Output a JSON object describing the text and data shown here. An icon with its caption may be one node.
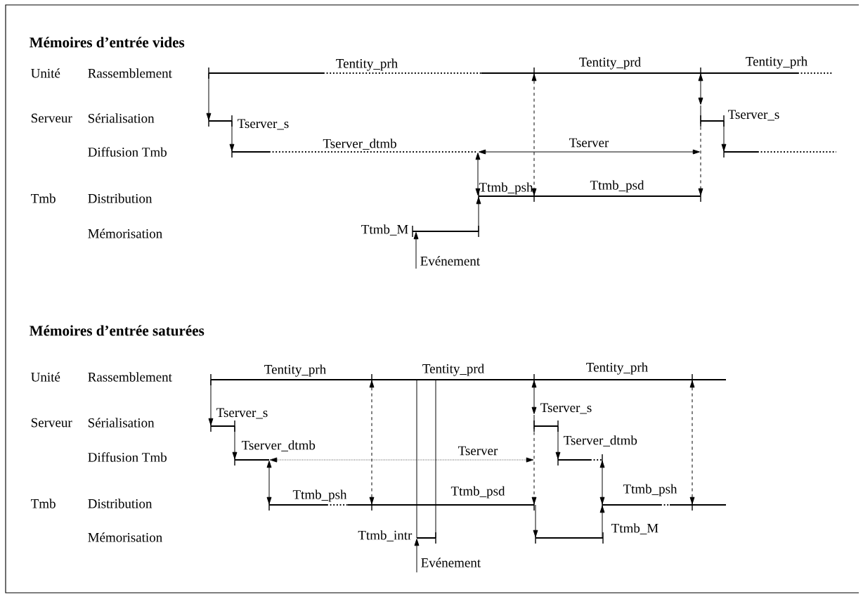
{
  "diagram": {
    "labels": [
      "Mémoires d’entrée vides",
      "Unité",
      "Rassemblement",
      "Tentity_prh",
      "Tentity_prd",
      "Tentity_prh",
      "Serveur",
      "Sérialisation",
      "Tserver_s",
      "Tserver_s",
      "Diffusion Tmb",
      "Tserver_dtmb",
      "Tserver",
      "Tmb",
      "Distribution",
      "Ttmb_psh",
      "Ttmb_psd",
      "Mémorisation",
      "Ttmb_M",
      "Evénement",
      "Mémoires d’entrée saturées",
      "Unité",
      "Rassemblement",
      "Tentity_prh",
      "Tentity_prd",
      "Tentity_prh",
      "Serveur",
      "Sérialisation",
      "Tserver_s",
      "Tserver_s",
      "Diffusion Tmb",
      "Tserver_dtmb",
      "Tserver",
      "Tserver_dtmb",
      "Tmb",
      "Distribution",
      "Ttmb_psh",
      "Ttmb_psd",
      "Ttmb_psh",
      "Mémorisation",
      "Ttmb_intr",
      "Ttmb_M",
      "Evénement"
    ]
  }
}
